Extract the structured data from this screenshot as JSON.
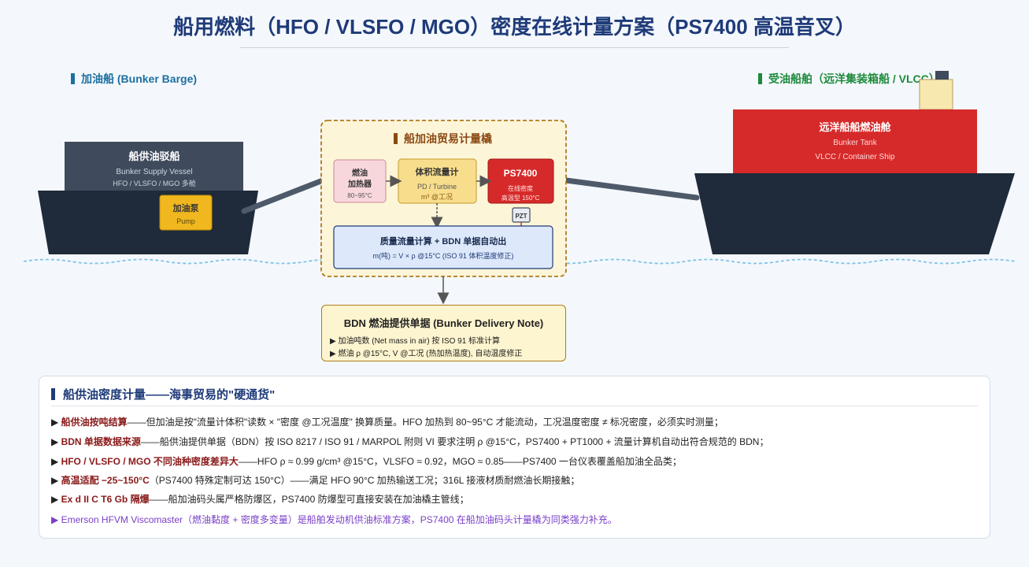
{
  "title": "船用燃料（HFO / VLSFO / MGO）密度在线计量方案（PS7400 高温音叉）",
  "left_label": "加油船 (Bunker Barge)",
  "right_label": "受油船舶（远洋集装箱船 / VLCC）",
  "barge": {
    "title": "船供油驳船",
    "subtitle": "Bunker Supply Vessel",
    "tanks": "HFO / VLSFO / MGO 多舱",
    "pump_title": "加油泵",
    "pump_sub": "Pump"
  },
  "ship": {
    "title": "远洋船船燃油舱",
    "subtitle": "Bunker Tank",
    "types": "VLCC / Container Ship"
  },
  "metering": {
    "title": "船加油贸易计量橇",
    "heater_line1": "燃油",
    "heater_line2": "加热器",
    "heater_temp": "80~95°C",
    "flow_title": "体积流量计",
    "flow_sub": "PD / Turbine",
    "flow_unit": "m³ @工况",
    "ps_title": "PS7400",
    "ps_sub1": "在线密度",
    "ps_sub2": "高温型 150°C",
    "pzt": "PZT",
    "calc_title": "质量流量计算 + BDN 单据自动出",
    "calc_formula": "m(吨) = V × ρ @15°C (ISO 91 体积温度修正)"
  },
  "bdn": {
    "title": "BDN 燃油提供单据 (Bunker Delivery Note)",
    "line1": "▶ 加油吨数 (Net mass in air) 按 ISO 91 标准计算",
    "line2": "▶ 燃油 ρ @15°C, V @工况 (热加热温度), 自动温度修正"
  },
  "info": {
    "title": "船供油密度计量——海事贸易的\"硬通货\"",
    "bullets": [
      {
        "key": "船供油按吨结算",
        "text": "——但加油是按\"流量计体积\"读数 × \"密度 @工况温度\" 换算质量。HFO 加热到 80~95°C 才能流动，工况温度密度 ≠ 标况密度，必须实时测量；"
      },
      {
        "key": "BDN 单据数据来源",
        "text": "——船供油提供单据（BDN）按 ISO 8217 / ISO 91 / MARPOL 附则 VI 要求注明 ρ @15°C，PS7400 + PT1000 + 流量计算机自动出符合规范的 BDN；"
      },
      {
        "key": "HFO / VLSFO / MGO 不同油种密度差异大",
        "text": "——HFO ρ ≈ 0.99 g/cm³ @15°C，VLSFO ≈ 0.92，MGO ≈ 0.85——PS7400 一台仪表覆盖船加油全品类；"
      },
      {
        "key": "高温适配 −25~150°C",
        "text": "（PS7400 特殊定制可达 150°C）——满足 HFO 90°C 加热输送工况；316L 接液材质耐燃油长期接触；"
      },
      {
        "key": "Ex d II C T6 Gb 隔爆",
        "text": "——船加油码头属严格防爆区，PS7400 防爆型可直接安装在加油橇主管线；"
      }
    ],
    "last": "▶ Emerson HFVM Viscomaster（燃油黏度 + 密度多变量）是船舶发动机供油标准方案，PS7400 在船加油码头计量橇为同类强力补充。"
  },
  "colors": {
    "title": "#1e3a78",
    "hull": "#1f2a3a",
    "barge_deck": "#3f4a5c",
    "ship_tank": "#d62a2a",
    "pump": "#f0b81e",
    "heater": "#f8d7dc",
    "flowmeter": "#f8de8c",
    "ps7400": "#d62a2a",
    "calc": "#dde9fb",
    "panel": "#fdf5d8",
    "water": "#7fc4e4"
  }
}
